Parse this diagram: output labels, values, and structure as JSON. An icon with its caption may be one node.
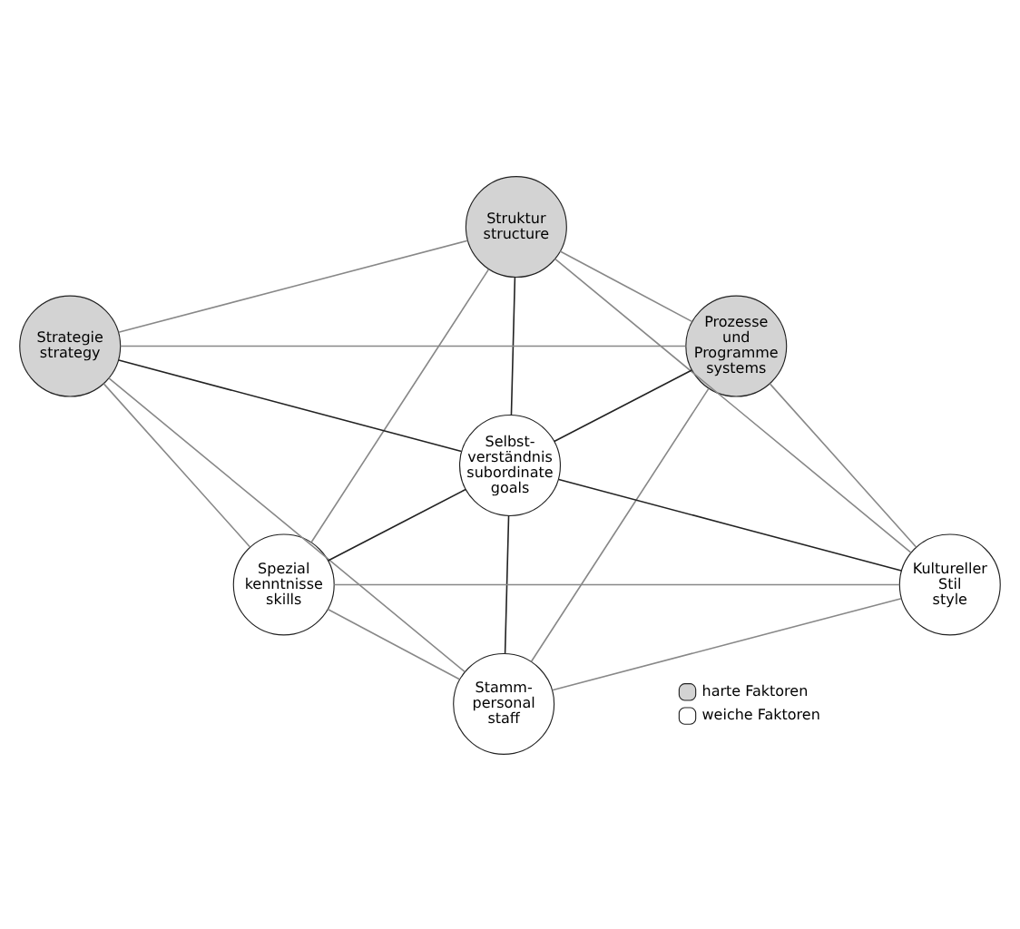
{
  "diagram": {
    "nodes": [
      {
        "text": [
          "Struktur",
          "structure"
        ]
      },
      {
        "text": [
          "Strategie",
          "strategy"
        ]
      },
      {
        "text": [
          "Prozesse und Programme",
          "systems"
        ]
      },
      {
        "text": [
          "Selbst- verständnis",
          "subordinate goals"
        ]
      },
      {
        "text": [
          "Spezial kenntnisse",
          "skills"
        ]
      },
      {
        "text": [
          "Kultureller Stil",
          "style"
        ]
      },
      {
        "text": [
          "Stamm- personal",
          "staff"
        ]
      }
    ],
    "edges": [
      {
        "from": 0,
        "to": 1,
        "arrow": "none"
      },
      {
        "from": 0,
        "to": 2,
        "arrow": "none"
      },
      {
        "from": 1,
        "to": 4,
        "arrow": "none"
      },
      {
        "from": 2,
        "to": 5,
        "arrow": "none"
      },
      {
        "from": 4,
        "to": 6,
        "arrow": "none"
      },
      {
        "from": 5,
        "to": 6,
        "arrow": "none"
      },
      {
        "from": 1,
        "to": 2,
        "arrow": "none"
      },
      {
        "from": 4,
        "to": 5,
        "arrow": "none"
      },
      {
        "from": 0,
        "to": 4,
        "arrow": "none"
      },
      {
        "from": 0,
        "to": 5,
        "arrow": "none"
      },
      {
        "from": 1,
        "to": 6,
        "arrow": "none"
      },
      {
        "from": 2,
        "to": 6,
        "arrow": "none"
      },
      {
        "from": 3,
        "to": 0,
        "arrow": "none",
        "color": "#222222"
      },
      {
        "from": 3,
        "to": 1,
        "arrow": "none",
        "color": "#222222"
      },
      {
        "from": 3,
        "to": 2,
        "arrow": "none",
        "color": "#222222"
      },
      {
        "from": 3,
        "to": 4,
        "arrow": "none",
        "color": "#222222"
      },
      {
        "from": 3,
        "to": 5,
        "arrow": "none",
        "color": "#222222"
      },
      {
        "from": 3,
        "to": 6,
        "arrow": "none",
        "color": "#222222"
      }
    ],
    "legend": [
      {
        "text": "harte Faktoren",
        "color": "#d3d3d3"
      },
      {
        "text": "weiche Faktoren",
        "color": "#ffffff"
      }
    ]
  }
}
